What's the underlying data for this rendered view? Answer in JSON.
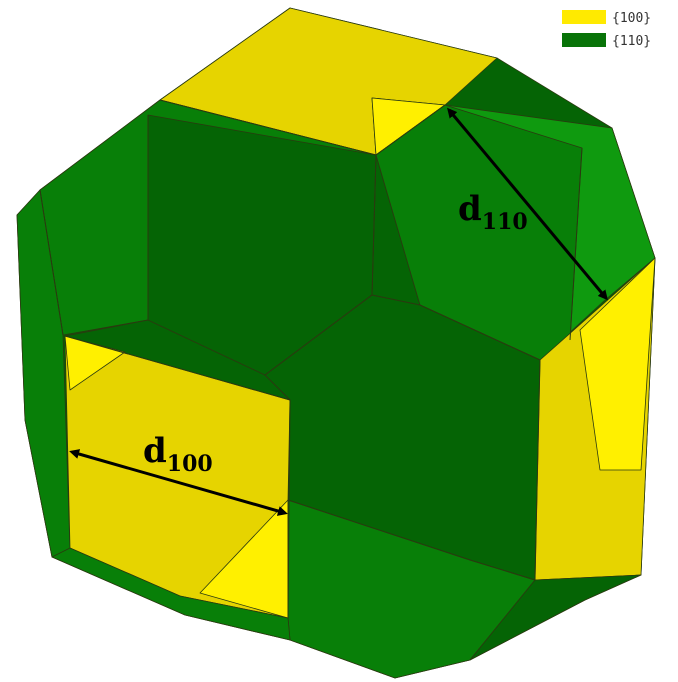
{
  "colors": {
    "face_100": "#e6d400",
    "face_100_light": "#fff000",
    "face_110": "#087f08",
    "face_110_dark": "#056405",
    "face_110_light": "#0f9a0f",
    "edge": "#2a3a10",
    "arrow": "#000000"
  },
  "legend": {
    "items": [
      {
        "label": "{100}",
        "color": "#ffea00"
      },
      {
        "label": "{110}",
        "color": "#087308"
      }
    ]
  },
  "labels": {
    "d110": {
      "main": "d",
      "sub": "110"
    },
    "d100": {
      "main": "d",
      "sub": "100"
    }
  }
}
